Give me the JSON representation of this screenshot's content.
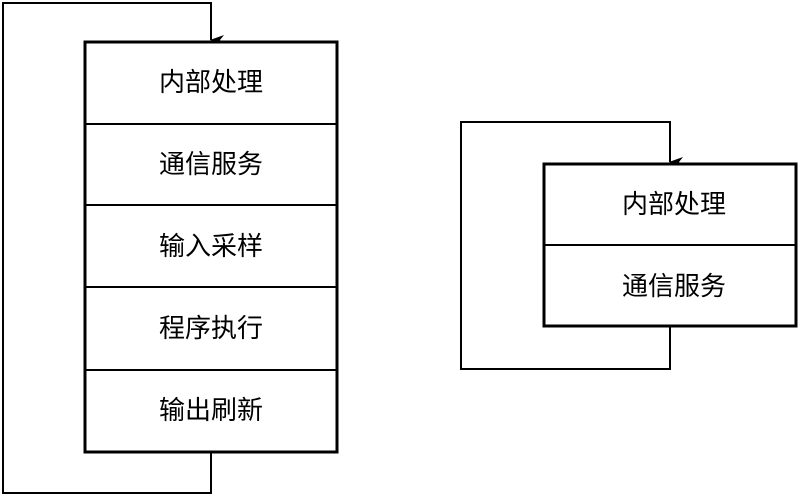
{
  "left_cycle": {
    "stages": [
      "内部处理",
      "通信服务",
      "输入采样",
      "程序执行",
      "输出刷新"
    ]
  },
  "right_cycle": {
    "stages": [
      "内部处理",
      "通信服务"
    ]
  },
  "colors": {
    "stroke": "#000000",
    "background": "#ffffff"
  }
}
